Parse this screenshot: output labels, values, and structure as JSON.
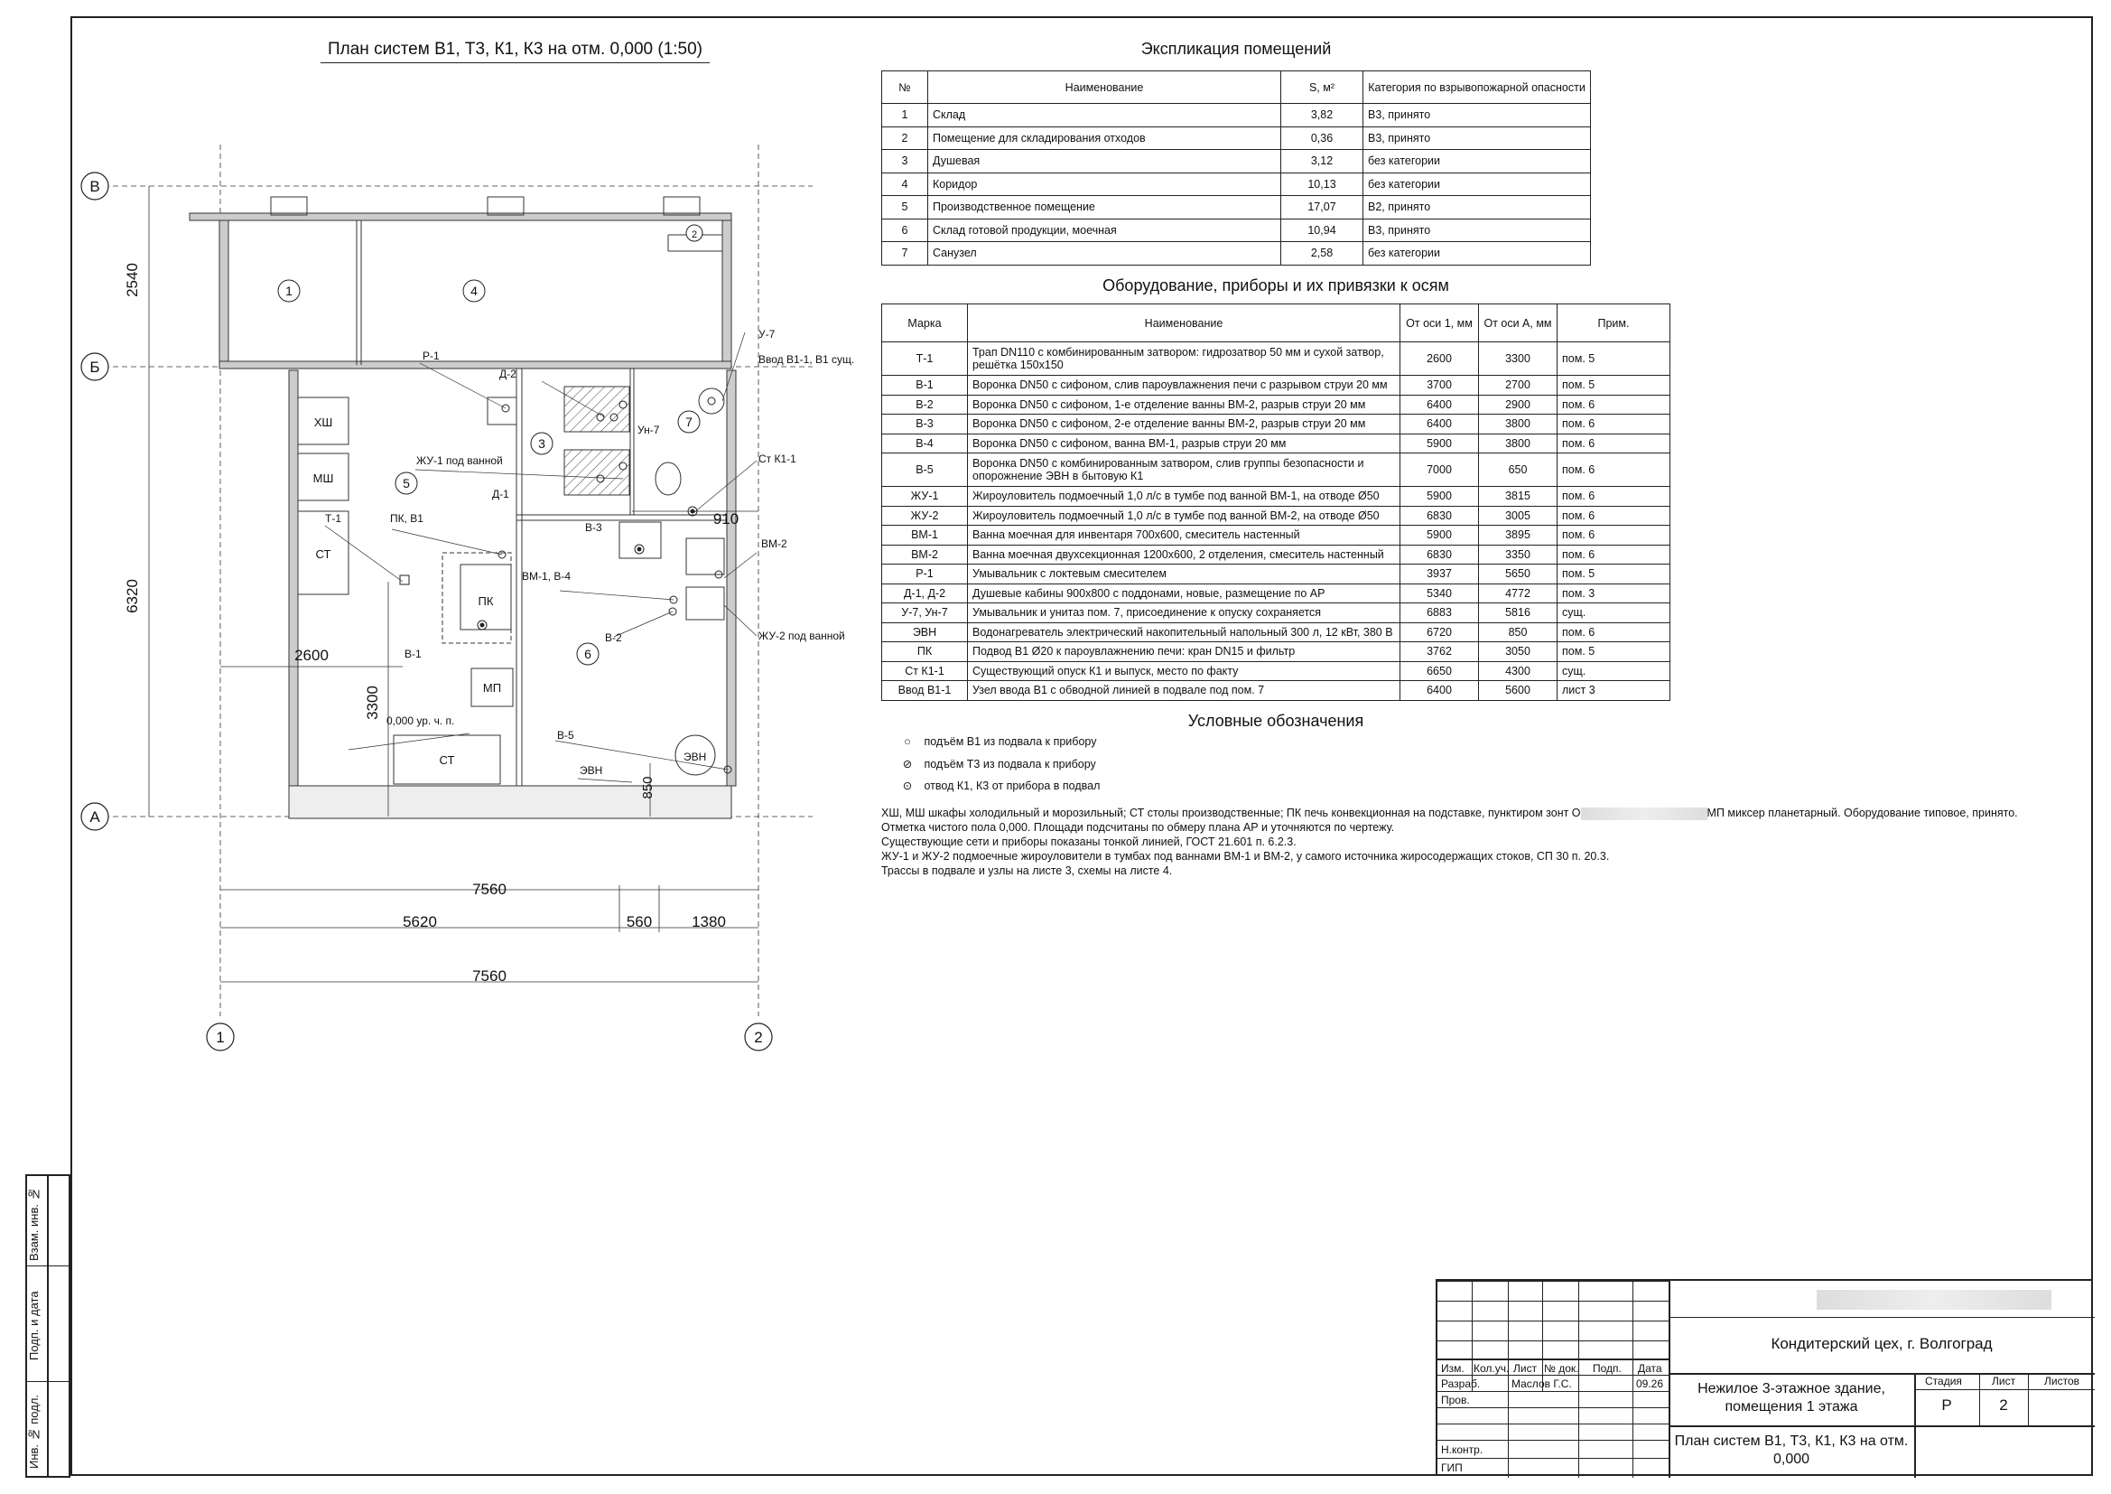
{
  "sheet_title": "План систем В1, Т3, К1, К3 на отм. 0,000 (1:50)",
  "sidebar": {
    "vzam": "Взам. инв. №",
    "podp": "Подп. и дата",
    "inv": "Инв. № подл."
  },
  "plan": {
    "axes": {
      "v": "В",
      "b": "Б",
      "a": "А",
      "one": "1",
      "two": "2"
    },
    "dims": {
      "d2540": "2540",
      "d6320": "6320",
      "d2600": "2600",
      "d3300": "3300",
      "d910": "910",
      "d850": "850",
      "d7560a": "7560",
      "d5620": "5620",
      "d560": "560",
      "d1380": "1380",
      "d7560b": "7560"
    },
    "rooms": {
      "r1": "1",
      "r2": "2",
      "r3": "3",
      "r4": "4",
      "r5": "5",
      "r6": "6",
      "r7": "7"
    },
    "labels": {
      "p1": "Р-1",
      "d2": "Д-2",
      "d1": "Д-1",
      "u7": "У-7",
      "un7": "Ун-7",
      "vvod": "Ввод В1-1, В1 сущ.",
      "stk": "Ст К1-1",
      "zhu1": "ЖУ-1 под ванной",
      "zhu2": "ЖУ-2 под ванной",
      "t1": "Т-1",
      "pkv1": "ПК, В1",
      "b3": "В-3",
      "bm2": "ВМ-2",
      "bm1b4": "ВМ-1, В-4",
      "b2": "В-2",
      "b1": "В-1",
      "b5": "В-5",
      "evn": "ЭВН",
      "evn2": "ЭВН",
      "zero": "0,000 ур. ч. п."
    },
    "equipment": {
      "xsh": "ХШ",
      "msh": "МШ",
      "st1": "СТ",
      "pk": "ПК",
      "mp": "МП",
      "st2": "СТ"
    }
  },
  "rooms_table": {
    "title": "Экспликация помещений",
    "headers": [
      "№",
      "Наименование",
      "S, м²",
      "Категория по взрывопожарной опасности"
    ],
    "rows": [
      [
        "1",
        "Склад",
        "3,82",
        "В3, принято"
      ],
      [
        "2",
        "Помещение для складирования отходов",
        "0,36",
        "В3, принято"
      ],
      [
        "3",
        "Душевая",
        "3,12",
        "без категории"
      ],
      [
        "4",
        "Коридор",
        "10,13",
        "без категории"
      ],
      [
        "5",
        "Производственное помещение",
        "17,07",
        "В2, принято"
      ],
      [
        "6",
        "Склад готовой продукции, моечная",
        "10,94",
        "В3, принято"
      ],
      [
        "7",
        "Санузел",
        "2,58",
        "без категории"
      ]
    ]
  },
  "equip_table": {
    "title": "Оборудование, приборы и их привязки к осям",
    "headers": [
      "Марка",
      "Наименование",
      "От оси 1, мм",
      "От оси А, мм",
      "Прим."
    ],
    "rows": [
      [
        "Т-1",
        "Трап DN110 с комбинированным затвором: гидрозатвор 50 мм и сухой затвор, решётка 150х150",
        "2600",
        "3300",
        "пом. 5"
      ],
      [
        "В-1",
        "Воронка DN50 с сифоном, слив пароувлажнения печи с разрывом струи 20 мм",
        "3700",
        "2700",
        "пом. 5"
      ],
      [
        "В-2",
        "Воронка DN50 с сифоном, 1-е отделение ванны ВМ-2, разрыв струи 20 мм",
        "6400",
        "2900",
        "пом. 6"
      ],
      [
        "В-3",
        "Воронка DN50 с сифоном, 2-е отделение ванны ВМ-2, разрыв струи 20 мм",
        "6400",
        "3800",
        "пом. 6"
      ],
      [
        "В-4",
        "Воронка DN50 с сифоном, ванна ВМ-1, разрыв струи 20 мм",
        "5900",
        "3800",
        "пом. 6"
      ],
      [
        "В-5",
        "Воронка DN50 с комбинированным затвором, слив группы безопасности и опорожнение ЭВН в бытовую К1",
        "7000",
        "650",
        "пом. 6"
      ],
      [
        "ЖУ-1",
        "Жироуловитель подмоечный 1,0 л/с в тумбе под ванной ВМ-1, на отводе Ø50",
        "5900",
        "3815",
        "пом. 6"
      ],
      [
        "ЖУ-2",
        "Жироуловитель подмоечный 1,0 л/с в тумбе под ванной ВМ-2, на отводе Ø50",
        "6830",
        "3005",
        "пом. 6"
      ],
      [
        "ВМ-1",
        "Ванна моечная для инвентаря 700х600, смеситель настенный",
        "5900",
        "3895",
        "пом. 6"
      ],
      [
        "ВМ-2",
        "Ванна моечная двухсекционная 1200х600, 2 отделения, смеситель настенный",
        "6830",
        "3350",
        "пом. 6"
      ],
      [
        "Р-1",
        "Умывальник с локтевым смесителем",
        "3937",
        "5650",
        "пом. 5"
      ],
      [
        "Д-1, Д-2",
        "Душевые кабины 900х800 с поддонами, новые, размещение по АР",
        "5340",
        "4772",
        "пом. 3"
      ],
      [
        "У-7, Ун-7",
        "Умывальник и унитаз пом. 7, присоединение к опуску сохраняется",
        "6883",
        "5816",
        "сущ."
      ],
      [
        "ЭВН",
        "Водонагреватель электрический накопительный напольный 300 л, 12 кВт, 380 В",
        "6720",
        "850",
        "пом. 6"
      ],
      [
        "ПК",
        "Подвод В1 Ø20 к пароувлажнению печи: кран DN15 и фильтр",
        "3762",
        "3050",
        "пом. 5"
      ],
      [
        "Ст К1-1",
        "Существующий опуск К1 и выпуск, место по факту",
        "6650",
        "4300",
        "сущ."
      ],
      [
        "Ввод В1-1",
        "Узел ввода В1 с обводной линией в подвале под пом. 7",
        "6400",
        "5600",
        "лист 3"
      ]
    ]
  },
  "legend": {
    "title": "Условные обозначения",
    "items": [
      {
        "symbol": "○",
        "text": "подъём В1 из подвала к прибору"
      },
      {
        "symbol": "⊘",
        "text": "подъём Т3 из подвала к прибору"
      },
      {
        "symbol": "⊙",
        "text": "отвод К1, К3 от прибора в подвал"
      }
    ]
  },
  "notes": {
    "line1a": "ХШ, МШ шкафы холодильный и морозильный; СТ столы производственные; ПК печь конвекционная на подставке, пунктиром зонт О",
    "line1b": "МП миксер планетарный. Оборудование типовое, принято.",
    "line2": "Отметка чистого пола 0,000. Площади подсчитаны по обмеру плана АР и уточняются по чертежу.",
    "line3": "Существующие сети и приборы показаны тонкой линией, ГОСТ 21.601 п. 6.2.3.",
    "line4": "ЖУ-1 и ЖУ-2 подмоечные жироуловители в тумбах под ваннами ВМ-1 и ВМ-2, у самого источника жиросодержащих стоков, СП 30 п. 20.3.",
    "line5": "Трассы в подвале и узлы на листе 3, схемы на листе 4."
  },
  "stamp": {
    "h_izm": "Изм.",
    "h_kol": "Кол.уч.",
    "h_list": "Лист",
    "h_doc": "№ док.",
    "h_podp": "Подп.",
    "h_date": "Дата",
    "razrab": "Разраб.",
    "razrab_name": "Маслов Г.С.",
    "razrab_date": "09.26",
    "prov": "Пров.",
    "nkontr": "Н.контр.",
    "gip": "ГИП",
    "project": "Кондитерский цех, г. Волгоград",
    "building": "Нежилое 3-этажное здание, помещения 1 этажа",
    "sheet": "План систем В1, Т3, К1, К3 на отм. 0,000",
    "stage_h": "Стадия",
    "list_h": "Лист",
    "lists_h": "Листов",
    "stage": "Р",
    "list": "2"
  }
}
